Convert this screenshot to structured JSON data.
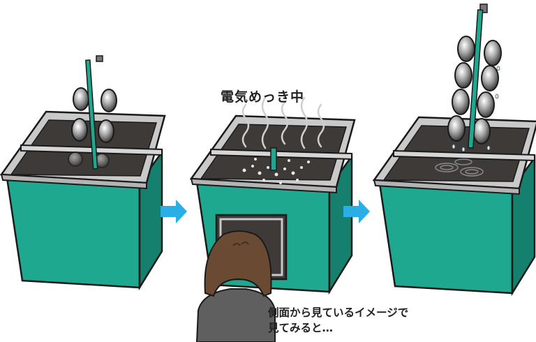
{
  "labels": {
    "plating_in_progress": "電気めっき中",
    "side_view_line1": "側面から見ているイメージで",
    "side_view_line2": "見てみると…"
  },
  "colors": {
    "tank_body": "#1fa890",
    "tank_body_dark": "#15806d",
    "rim_gray": "#c9c9c9",
    "liquid": "#3e3a37",
    "arrow": "#2aaee6",
    "hair": "#6b4a34",
    "jacket": "#5f5f5f"
  },
  "icons": {
    "step_arrow": "right-arrow-icon",
    "rack": "plating-rack-icon",
    "person": "observer-person-icon"
  }
}
